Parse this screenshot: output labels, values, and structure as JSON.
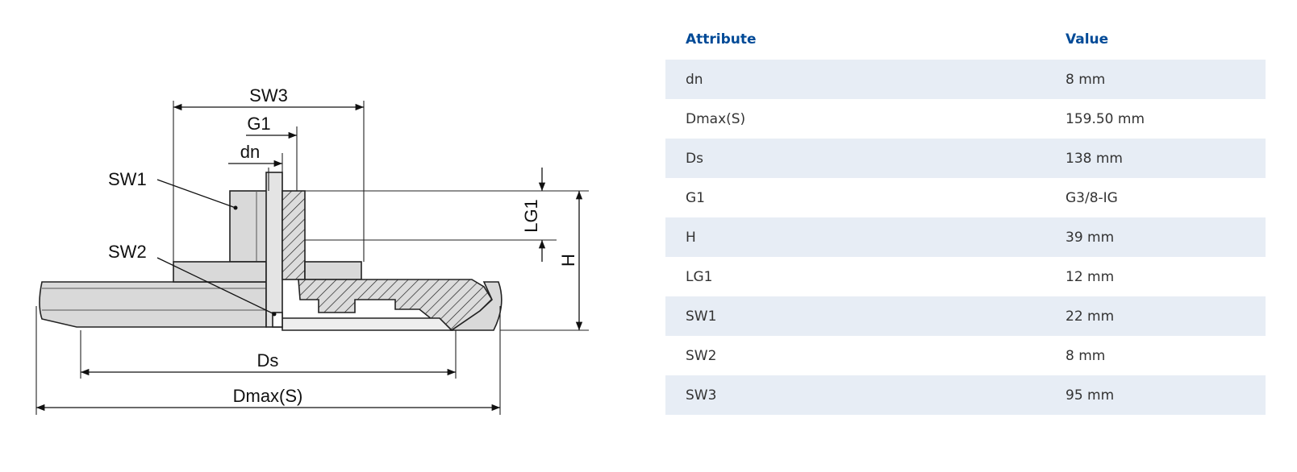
{
  "drawing_labels": {
    "sw3": "SW3",
    "g1": "G1",
    "dn": "dn",
    "sw1": "SW1",
    "sw2": "SW2",
    "lg1": "LG1",
    "h": "H",
    "ds": "Ds",
    "dmax": "Dmax(S)"
  },
  "table": {
    "headers": [
      "Attribute",
      "Value"
    ],
    "rows": [
      {
        "attribute": "dn",
        "value": "8 mm"
      },
      {
        "attribute": "Dmax(S)",
        "value": "159.50 mm"
      },
      {
        "attribute": "Ds",
        "value": "138 mm"
      },
      {
        "attribute": "G1",
        "value": "G3/8-IG"
      },
      {
        "attribute": "H",
        "value": "39 mm"
      },
      {
        "attribute": "LG1",
        "value": "12 mm"
      },
      {
        "attribute": "SW1",
        "value": "22 mm"
      },
      {
        "attribute": "SW2",
        "value": "8 mm"
      },
      {
        "attribute": "SW3",
        "value": "95 mm"
      }
    ]
  },
  "colors": {
    "header_text": "#004a97",
    "band": "#e7edf5",
    "body_text": "#333333"
  }
}
